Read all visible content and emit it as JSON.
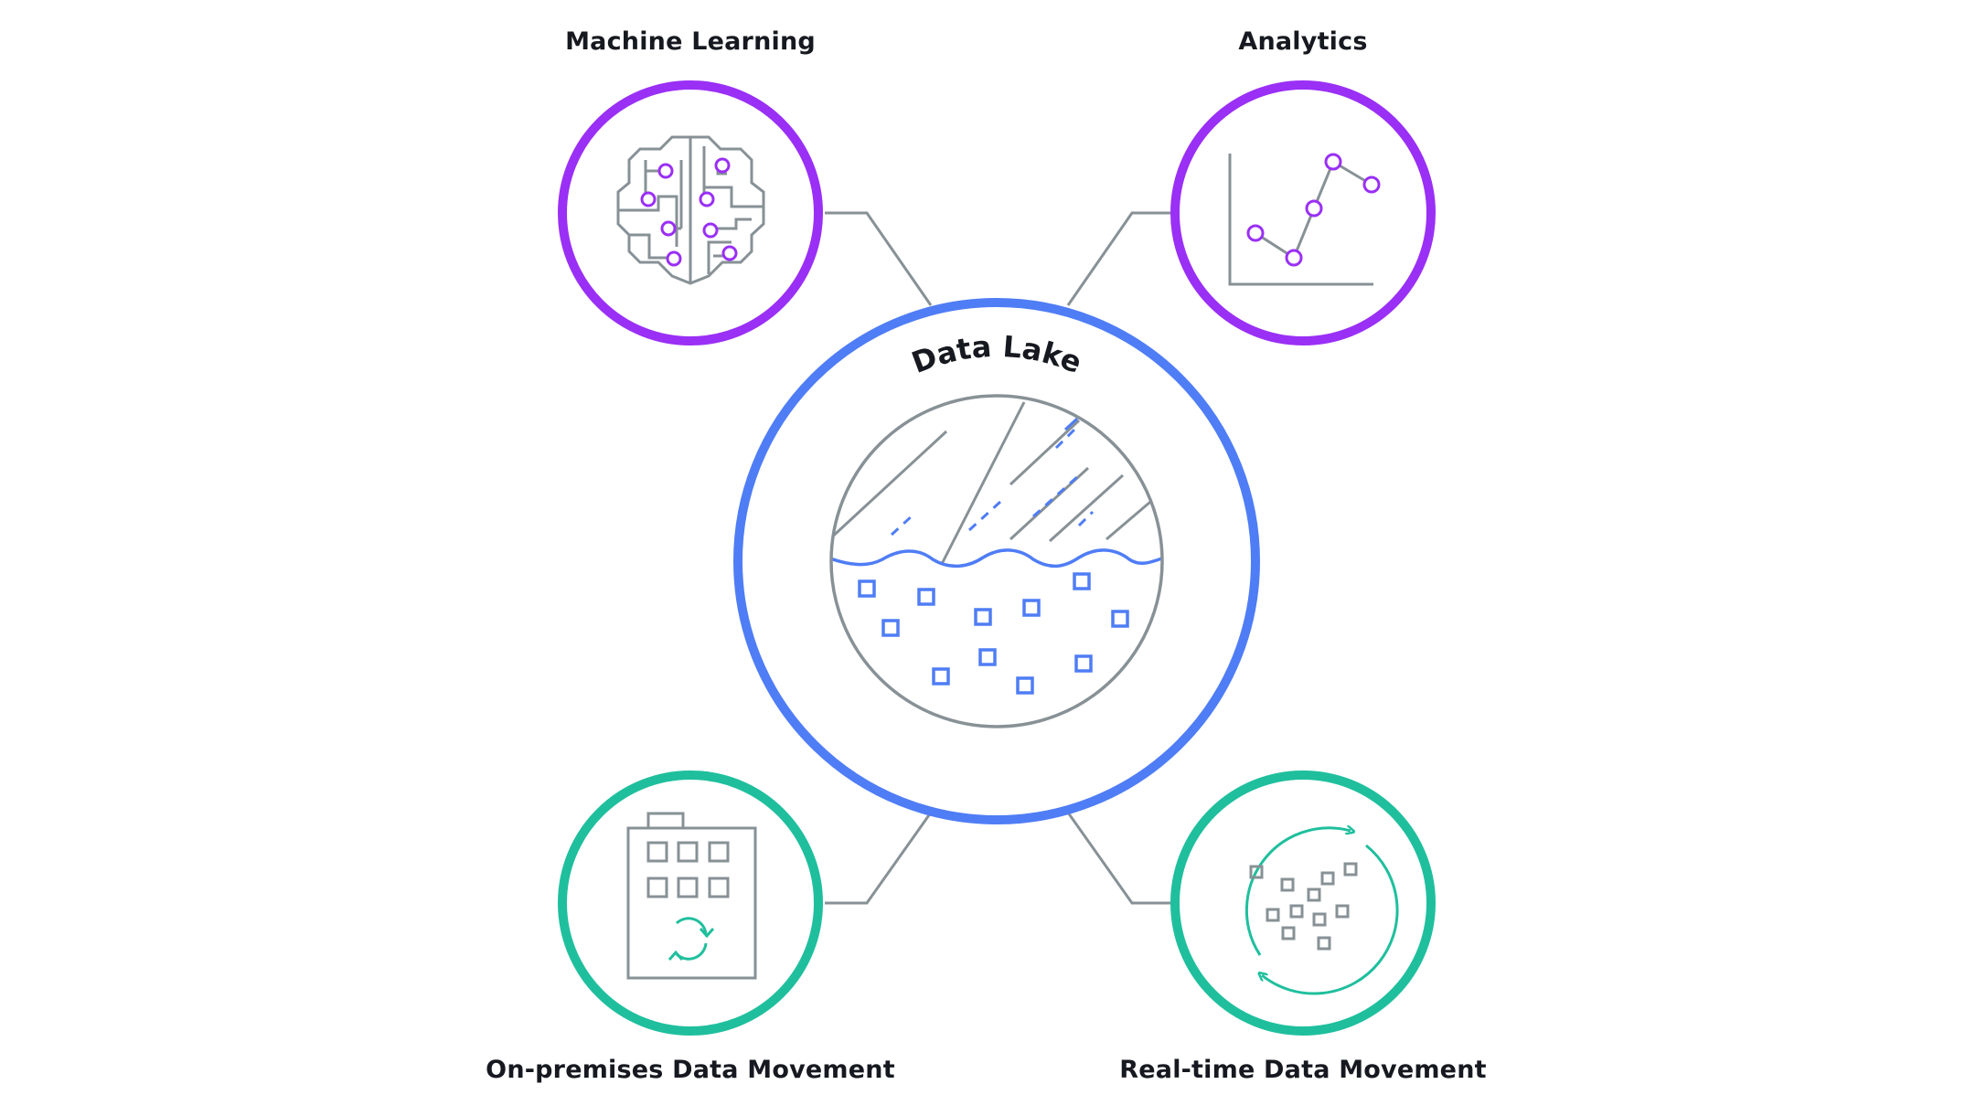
{
  "diagram": {
    "center": {
      "title": "Data Lake"
    },
    "nodes": [
      {
        "id": "machine-learning",
        "label": "Machine Learning",
        "icon": "brain-circuit-icon",
        "color": "#9a2ff5"
      },
      {
        "id": "analytics",
        "label": "Analytics",
        "icon": "line-chart-icon",
        "color": "#9a2ff5"
      },
      {
        "id": "on-premises",
        "label": "On-premises Data Movement",
        "icon": "building-sync-icon",
        "color": "#1fbf9d"
      },
      {
        "id": "real-time",
        "label": "Real-time Data Movement",
        "icon": "streaming-data-icon",
        "color": "#1fbf9d"
      }
    ],
    "colors": {
      "lake_ring": "#4f7df5",
      "connector": "#879196",
      "water": "#4f7df5"
    }
  }
}
